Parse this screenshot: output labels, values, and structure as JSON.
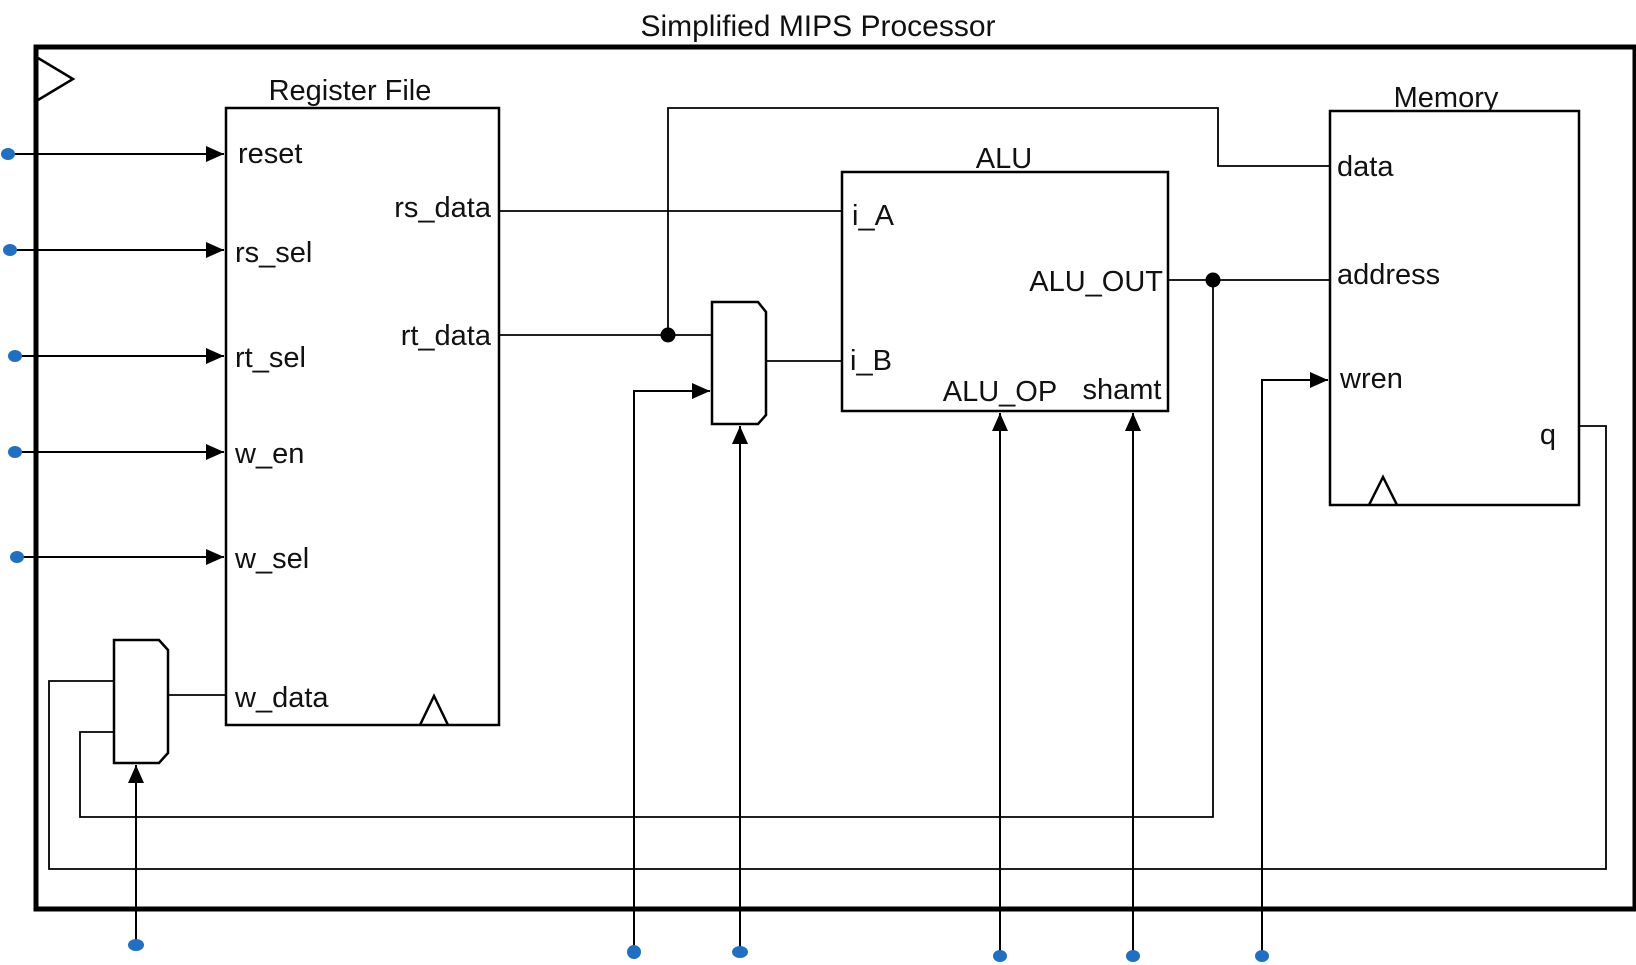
{
  "diagram": {
    "title": "Simplified MIPS Processor",
    "register_file": {
      "title": "Register File",
      "inputs": {
        "reset": "reset",
        "rs_sel": "rs_sel",
        "rt_sel": "rt_sel",
        "w_en": "w_en",
        "w_sel": "w_sel",
        "w_data": "w_data"
      },
      "outputs": {
        "rs_data": "rs_data",
        "rt_data": "rt_data"
      }
    },
    "alu": {
      "title": "ALU",
      "ports": {
        "i_a": "i_A",
        "i_b": "i_B",
        "alu_out": "ALU_OUT",
        "alu_op": "ALU_OP",
        "shamt": "shamt"
      }
    },
    "memory": {
      "title": "Memory",
      "ports": {
        "data": "data",
        "address": "address",
        "wren": "wren",
        "q": "q"
      }
    },
    "colors": {
      "line": "#000000",
      "pin": "#1f6fc5",
      "background": "#ffffff"
    }
  }
}
